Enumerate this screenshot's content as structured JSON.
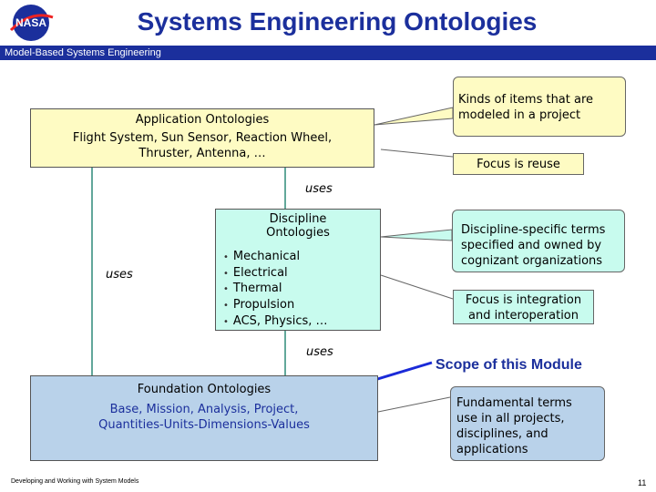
{
  "header": {
    "logo_text": "NASA",
    "title": "Systems Engineering Ontologies",
    "banner": "Model-Based Systems Engineering"
  },
  "application": {
    "title": "Application Ontologies",
    "line1": "Flight System, Sun Sensor, Reaction Wheel,",
    "line2": "Thruster, Antenna, …"
  },
  "discipline": {
    "title_line1": "Discipline",
    "title_line2": "Ontologies",
    "items": [
      "Mechanical",
      "Electrical",
      "Thermal",
      "Propulsion",
      "ACS, Physics, …"
    ]
  },
  "foundation": {
    "title": "Foundation Ontologies",
    "line1": "Base, Mission, Analysis, Project,",
    "line2": "Quantities-Units-Dimensions-Values"
  },
  "uses_labels": {
    "top": "uses",
    "left": "uses",
    "bottom": "uses"
  },
  "callouts": {
    "app_kinds": [
      "Kinds of items that are",
      "modeled in a project"
    ],
    "app_focus": "Focus is reuse",
    "disc_terms": [
      "Discipline-specific terms",
      "specified and owned by",
      "cognizant organizations"
    ],
    "disc_focus": [
      "Focus is integration",
      "and interoperation"
    ],
    "scope": "Scope of this Module",
    "found_terms": [
      "Fundamental terms",
      "use in all projects,",
      "disciplines, and",
      "applications"
    ]
  },
  "footer": {
    "left": "Developing and Working with System Models",
    "page": "11"
  },
  "colors": {
    "nasa_blue": "#1b2f9c",
    "app_fill": "#fefbc3",
    "disc_fill": "#c8fbee",
    "found_fill": "#b9d2ea",
    "arrow_blue": "#1a2ad8",
    "connector_green": "#2e8a78"
  }
}
